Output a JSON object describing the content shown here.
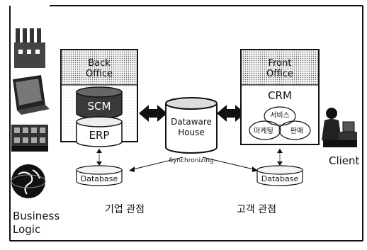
{
  "left_panel": {
    "label_line1": "Business",
    "label_line2": "Logic"
  },
  "back_office": {
    "title_line1": "Back",
    "title_line2": "Office",
    "scm": "SCM",
    "erp": "ERP",
    "database": "Database",
    "caption": "기업 관점"
  },
  "center": {
    "warehouse_line1": "Dataware",
    "warehouse_line2": "House",
    "sync_label": "Synchronizing"
  },
  "front_office": {
    "title_line1": "Front",
    "title_line2": "Office",
    "crm": "CRM",
    "circle_service": "서비스",
    "circle_marketing": "마케팅",
    "circle_sales": "판매",
    "database": "Database",
    "caption": "고객 관점"
  },
  "client": {
    "label": "Client"
  }
}
